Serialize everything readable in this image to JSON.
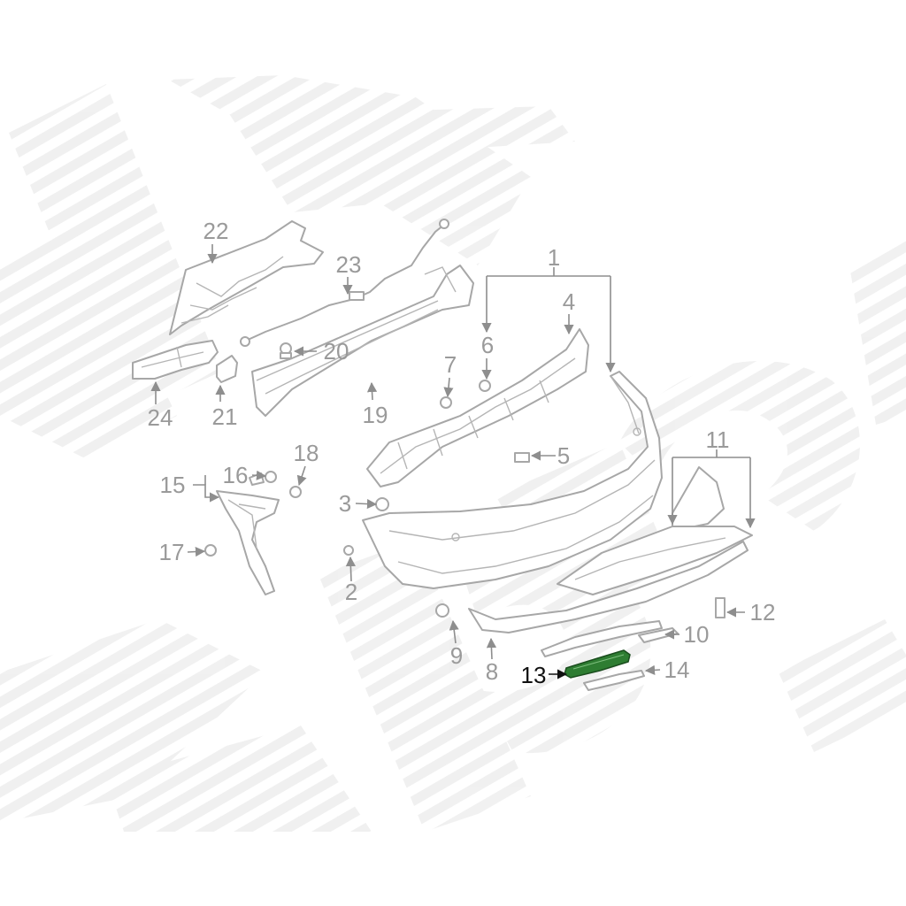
{
  "diagram": {
    "callouts": [
      "1",
      "2",
      "3",
      "4",
      "5",
      "6",
      "7",
      "8",
      "9",
      "10",
      "11",
      "12",
      "13",
      "14",
      "15",
      "16",
      "17",
      "18",
      "19",
      "20",
      "21",
      "22",
      "23",
      "24"
    ],
    "highlighted_callout": "13",
    "colors": {
      "line": "#a7a7a7",
      "label": "#9a9a9a",
      "highlight_fill": "#2e7d32",
      "highlight_label": "#111111",
      "watermark": "#eeeeee"
    }
  }
}
